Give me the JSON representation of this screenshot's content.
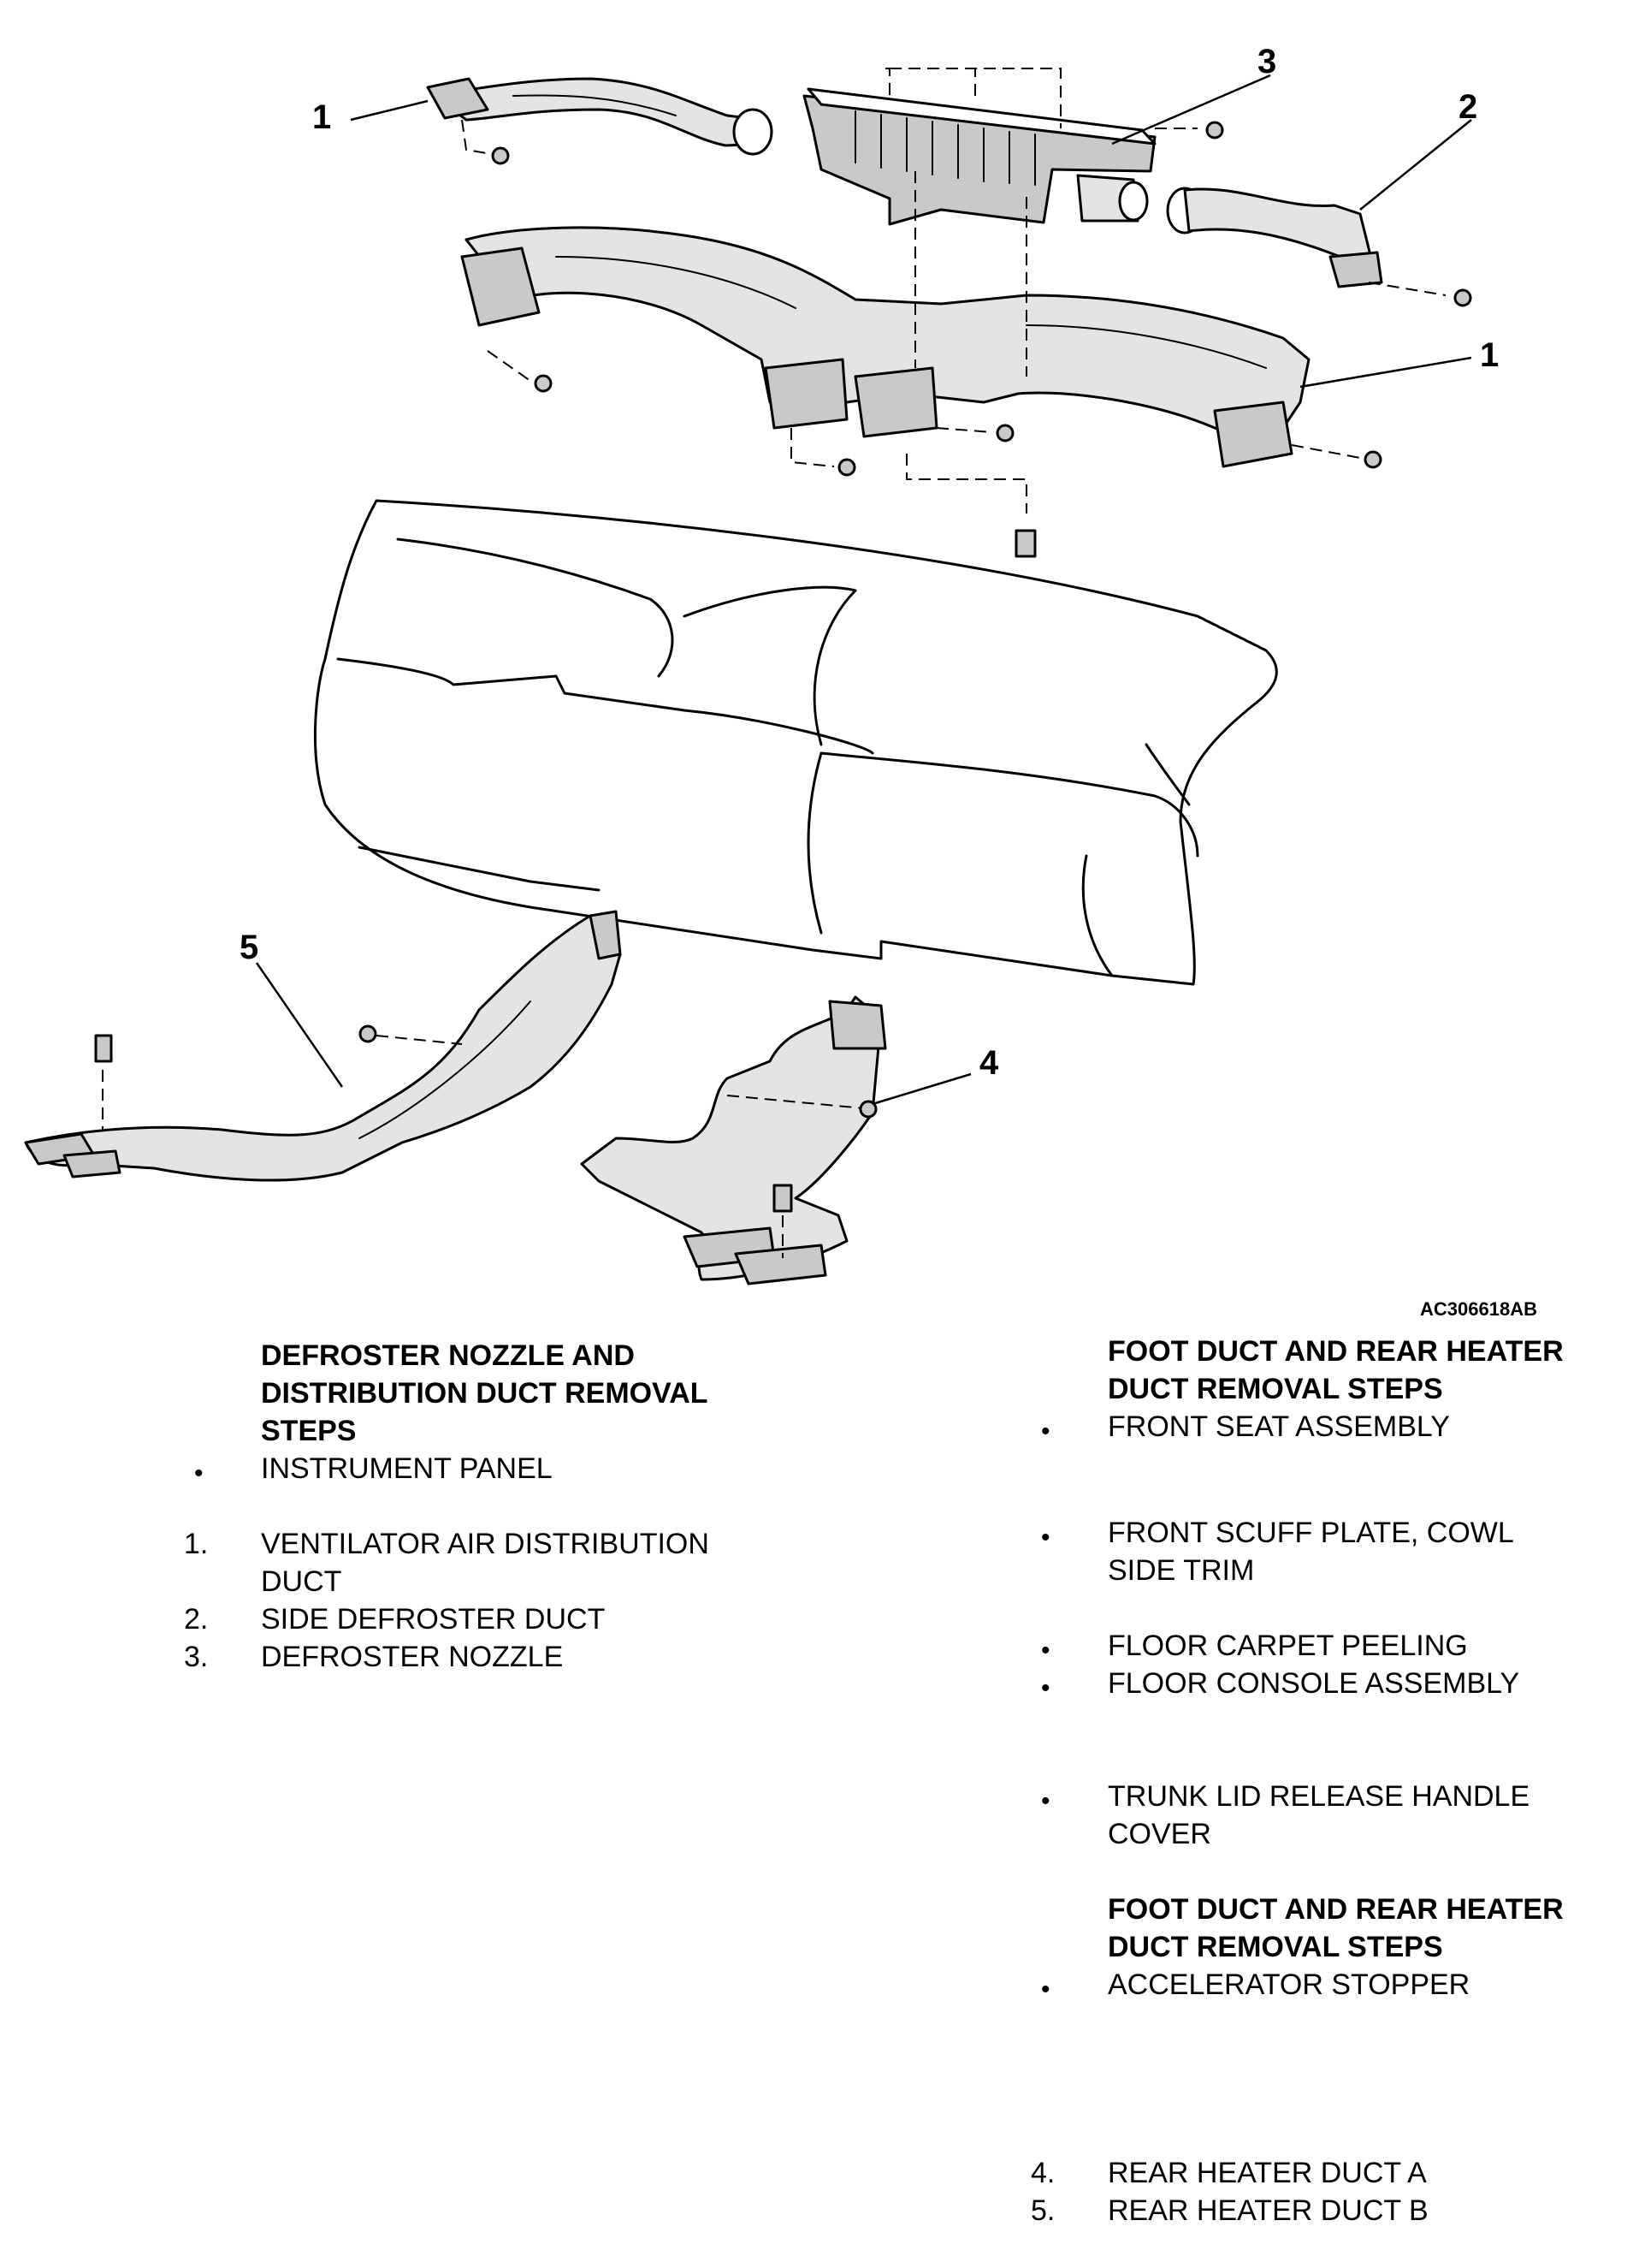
{
  "figure": {
    "code": "AC306618AB",
    "callouts": [
      "1",
      "2",
      "3",
      "1",
      "4",
      "5"
    ]
  },
  "left_section": {
    "heading": [
      "DEFROSTER NOZZLE AND",
      "DISTRIBUTION DUCT REMOVAL",
      "STEPS"
    ],
    "steps": [
      {
        "marker": "•",
        "lines": [
          "INSTRUMENT PANEL"
        ]
      },
      {
        "marker": "1.",
        "lines": [
          "VENTILATOR AIR DISTRIBUTION",
          "DUCT"
        ]
      },
      {
        "marker": "2.",
        "lines": [
          "SIDE DEFROSTER DUCT"
        ]
      },
      {
        "marker": "3.",
        "lines": [
          "DEFROSTER NOZZLE"
        ]
      }
    ]
  },
  "right_section": {
    "heading1": [
      "FOOT DUCT AND REAR HEATER",
      "DUCT REMOVAL STEPS"
    ],
    "steps1": [
      {
        "marker": "•",
        "lines": [
          "FRONT SEAT ASSEMBLY"
        ]
      },
      {
        "marker": "•",
        "lines": [
          "FRONT SCUFF PLATE, COWL",
          "SIDE TRIM"
        ]
      },
      {
        "marker": "•",
        "lines": [
          "FLOOR CARPET PEELING"
        ]
      },
      {
        "marker": "•",
        "lines": [
          "FLOOR CONSOLE ASSEMBLY"
        ]
      },
      {
        "marker": "•",
        "lines": [
          "TRUNK LID RELEASE HANDLE",
          "COVER"
        ]
      }
    ],
    "heading2": [
      "FOOT DUCT AND REAR HEATER",
      "DUCT REMOVAL STEPS"
    ],
    "steps2": [
      {
        "marker": "•",
        "lines": [
          "ACCELERATOR STOPPER"
        ]
      },
      {
        "marker": "4.",
        "lines": [
          "REAR HEATER DUCT A"
        ]
      },
      {
        "marker": "5.",
        "lines": [
          "REAR HEATER DUCT B"
        ]
      }
    ]
  }
}
